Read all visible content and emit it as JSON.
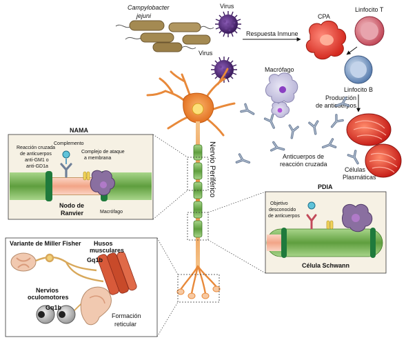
{
  "labels": {
    "bacteria_line1": "Campylobacter",
    "bacteria_line2": "jejuni",
    "virus_top": "Virus",
    "virus_mid": "Virus",
    "immune_response": "Respuesta Inmune",
    "cpa": "CPA",
    "lymph_t": "Linfocito T",
    "lymph_b": "Linfocito B",
    "macrophage": "Macrófago",
    "antibody_prod_1": "Producción",
    "antibody_prod_2": "de anticuerpos",
    "cross_ab_1": "Anticuerpos de",
    "cross_ab_2": "reacción cruzada",
    "plasma_1": "Células",
    "plasma_2": "Plasmáticas",
    "nerve": "Nervio Periférico",
    "nama_title": "NAMA",
    "complement": "Complemento",
    "cross_react_1": "Reacción cruzada",
    "cross_react_2": "de anticuerpos",
    "cross_react_3": "anti-GM1 o",
    "cross_react_4": "anti-GD1a",
    "mac_1": "Complejo de ataque",
    "mac_2": "a membrana",
    "ranvier_1": "Nodo de",
    "ranvier_2": "Ranvier",
    "nama_macrophage": "Macrófago",
    "pdia_title": "PDIA",
    "unknown_1": "Objetivo",
    "unknown_2": "desconocido",
    "unknown_3": "de anticuerpos",
    "schwann": "Célula Schwann",
    "mfs": "Variante de Miller Fisher",
    "spindle_1": "Husos",
    "spindle_2": "musculares",
    "gq1b_a": "Gq1b",
    "oculo_1": "Nervios",
    "oculo_2": "oculomotores",
    "gq1b_b": "Gq1b",
    "reticular_1": "Formación",
    "reticular_2": "reticular"
  }
}
